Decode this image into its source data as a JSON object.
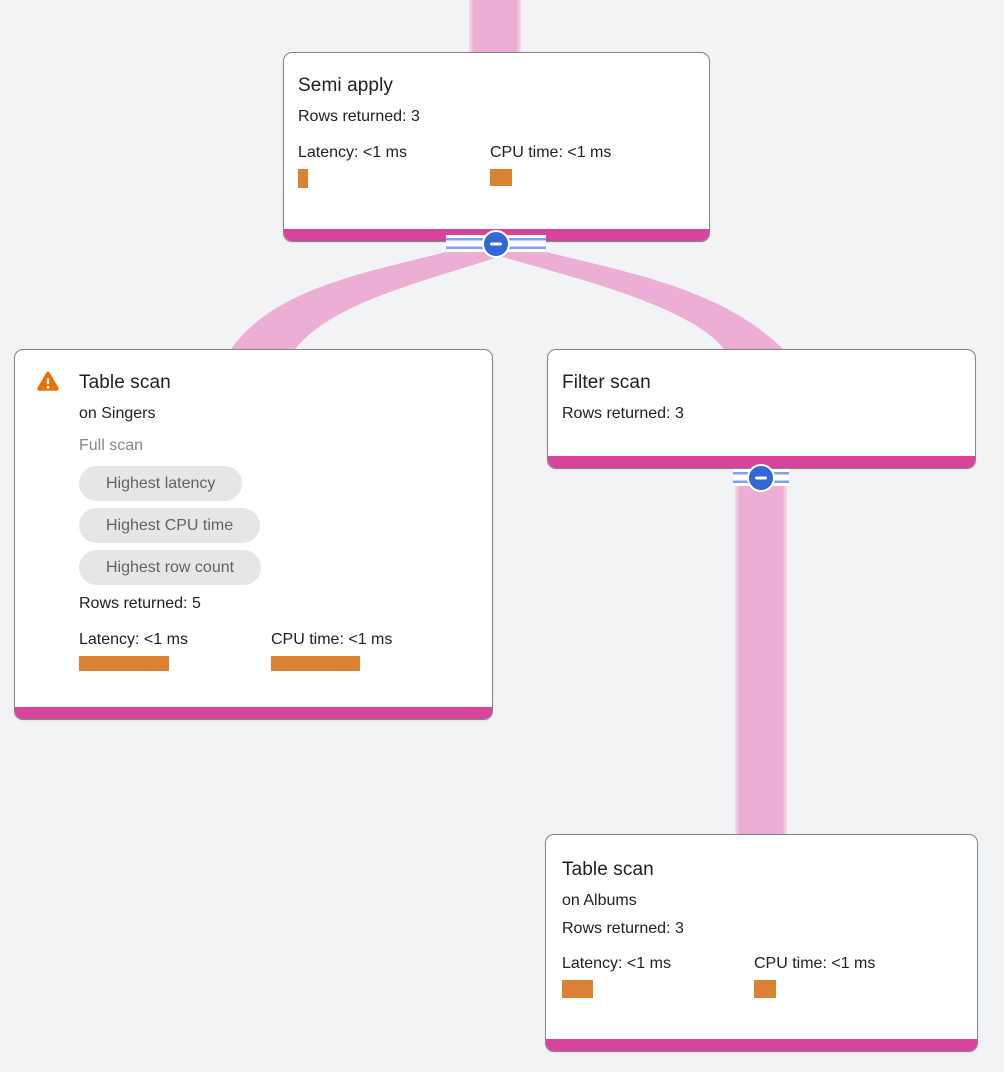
{
  "diagram_type": "query-execution-plan-tree",
  "colors": {
    "background": "#f1f3f4",
    "card_background": "#ffffff",
    "card_border": "#80868b",
    "accent_bar_magenta": "#d6459b",
    "edge_pink": "#ecaed4",
    "edge_pink_highlight": "#f4c9e2",
    "metric_bar_orange": "#d98233",
    "warning_orange": "#e8710a",
    "collapse_button_blue": "#3367d6",
    "stripe_blue": "#7ea3ec",
    "badge_background": "#e6e6e7",
    "badge_text": "#5f6368",
    "text_primary": "#202124",
    "text_secondary": "#80868b"
  },
  "edges": [
    {
      "from": "parent-offscreen",
      "to": "semi_apply"
    },
    {
      "from": "semi_apply",
      "to": "table_scan_singers"
    },
    {
      "from": "semi_apply",
      "to": "filter_scan"
    },
    {
      "from": "filter_scan",
      "to": "table_scan_albums"
    }
  ],
  "nodes": {
    "semi_apply": {
      "title": "Semi apply",
      "rows": "Rows returned: 3",
      "latency_label": "Latency: <1 ms",
      "cpu_label": "CPU time: <1 ms",
      "latency_bar": "width:10px;height:19px",
      "cpu_bar": "width:22px;height:17px;margin-top:5px"
    },
    "table_scan_singers": {
      "title": "Table scan",
      "subtitle": "on Singers",
      "scan_type": "Full scan",
      "badges": [
        "Highest latency",
        "Highest CPU time",
        "Highest row count"
      ],
      "rows": "Rows returned: 5",
      "latency_label": "Latency: <1 ms",
      "cpu_label": "CPU time: <1 ms",
      "latency_bar": "width:90px;height:15px",
      "cpu_bar": "width:89px;height:15px",
      "warning": "warning"
    },
    "filter_scan": {
      "title": "Filter scan",
      "rows": "Rows returned: 3"
    },
    "table_scan_albums": {
      "title": "Table scan",
      "subtitle": "on Albums",
      "rows": "Rows returned: 3",
      "latency_label": "Latency: <1 ms",
      "cpu_label": "CPU time: <1 ms",
      "latency_bar": "width:31px;height:18px",
      "cpu_bar": "width:22px;height:18px;margin-top:4px"
    }
  }
}
